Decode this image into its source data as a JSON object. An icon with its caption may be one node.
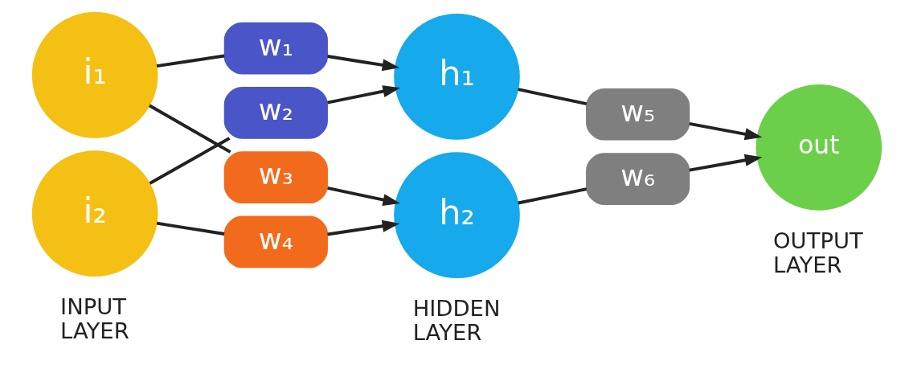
{
  "diagram": {
    "nodes": [
      {
        "text": [
          "i₁"
        ]
      },
      {
        "text": [
          "i₂"
        ]
      },
      {
        "text": [
          "w₁"
        ]
      },
      {
        "text": [
          "w₂"
        ]
      },
      {
        "text": [
          "w₃"
        ]
      },
      {
        "text": [
          "w₄"
        ]
      },
      {
        "text": [
          "h₁"
        ]
      },
      {
        "text": [
          "h₂"
        ]
      },
      {
        "text": [
          "w₅"
        ]
      },
      {
        "text": [
          "w₆"
        ]
      },
      {
        "text": [
          "out"
        ]
      }
    ],
    "edges": [
      {
        "from": 0,
        "to": 2,
        "arrow": "none"
      },
      {
        "from": 2,
        "to": 6,
        "arrow": "to"
      },
      {
        "from": 1,
        "to": 3,
        "arrow": "none"
      },
      {
        "from": 3,
        "to": 6,
        "arrow": "to"
      },
      {
        "from": 0,
        "to": 4,
        "arrow": "none"
      },
      {
        "from": 4,
        "to": 7,
        "arrow": "to"
      },
      {
        "from": 1,
        "to": 5,
        "arrow": "none"
      },
      {
        "from": 5,
        "to": 7,
        "arrow": "to"
      },
      {
        "from": 6,
        "to": 8,
        "arrow": "none"
      },
      {
        "from": 8,
        "to": 10,
        "arrow": "to"
      },
      {
        "from": 7,
        "to": 9,
        "arrow": "none"
      },
      {
        "from": 9,
        "to": 10,
        "arrow": "to"
      }
    ],
    "labels": [
      "INPUT LAYER",
      "HIDDEN LAYER",
      "OUTPUT LAYER"
    ]
  }
}
